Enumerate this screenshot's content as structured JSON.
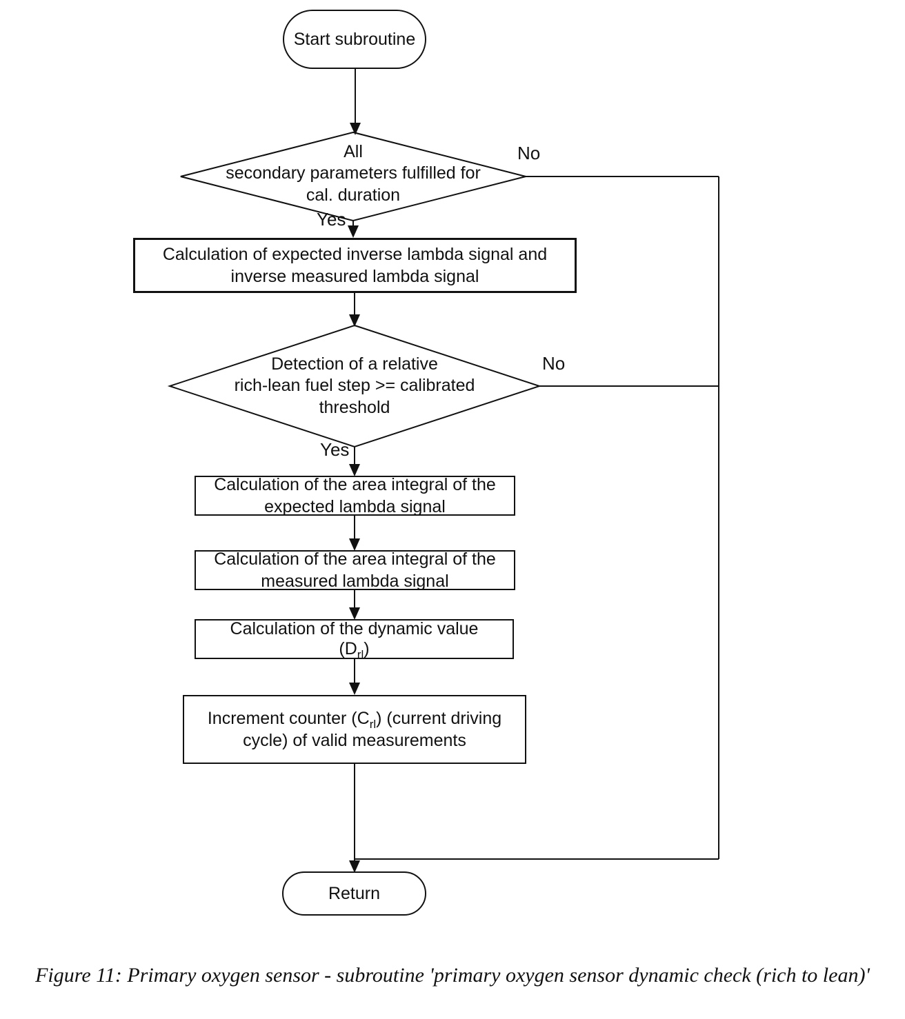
{
  "flowchart": {
    "start": {
      "label": "Start subroutine"
    },
    "decision1": {
      "line1": "All",
      "line2": "secondary parameters fulfilled for",
      "line3": "cal. duration",
      "no_label": "No",
      "yes_label": "Yes"
    },
    "process1": {
      "text": "Calculation of expected inverse lambda signal and inverse measured lambda signal"
    },
    "decision2": {
      "line1": "Detection of a relative",
      "line2": "rich-lean fuel step >= calibrated",
      "line3": "threshold",
      "no_label": "No",
      "yes_label": "Yes"
    },
    "process2": {
      "text": "Calculation of the area integral of the expected lambda signal"
    },
    "process3": {
      "text": "Calculation of the area integral of the measured lambda signal"
    },
    "process4": {
      "line1": "Calculation of the dynamic value",
      "value_prefix": "(D",
      "value_sub": "rl",
      "value_suffix": ")"
    },
    "process5": {
      "part1": "Increment counter (C",
      "sub": "rl",
      "part2": ") (current driving cycle) of valid measurements"
    },
    "return_node": {
      "label": "Return"
    }
  },
  "caption": "Figure 11: Primary oxygen sensor - subroutine 'primary oxygen sensor dynamic check (rich to lean)'",
  "colors": {
    "line": "#111111",
    "background": "#ffffff"
  }
}
